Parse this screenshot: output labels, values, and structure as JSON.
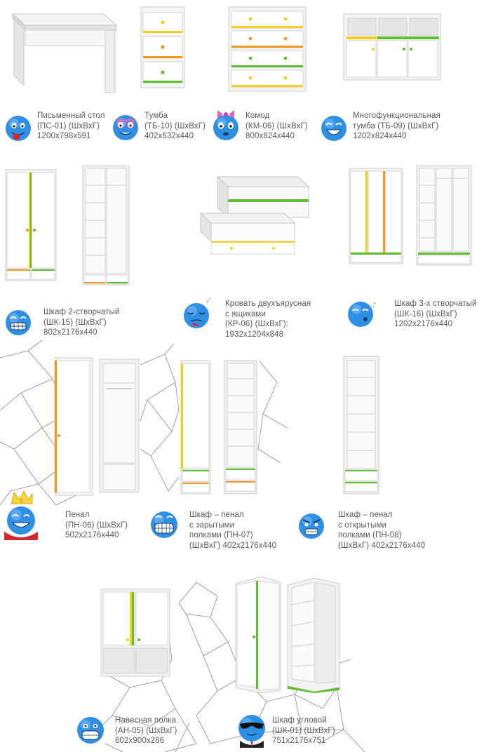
{
  "accent_colors": {
    "yellow": "#f3d11b",
    "orange": "#f29a1f",
    "green": "#5fbf2f",
    "emoji_blue": "#2f8fe3"
  },
  "products": [
    {
      "id": "desk",
      "emoji_icon": "blue-smiley-tongue-icon",
      "lines": [
        "Письменный стол",
        "(ПС-01) (ШхВхГ)",
        "1200х798х591"
      ]
    },
    {
      "id": "nightstand",
      "emoji_icon": "blue-smiley-glasses-icon",
      "lines": [
        "Тумба",
        "(ТБ-10) (ШхВхГ)",
        "402х632х440"
      ]
    },
    {
      "id": "dresser",
      "emoji_icon": "blue-smiley-bow-icon",
      "lines": [
        "Комод",
        "(КМ-06) (ШхВхГ)",
        "800х824х440"
      ]
    },
    {
      "id": "multi-unit",
      "emoji_icon": "blue-smiley-laugh-icon",
      "lines": [
        "Многофункциональная",
        "тумба (ТБ-09) (ШхВхГ)",
        "1202х824х440"
      ]
    },
    {
      "id": "wardrobe-2door",
      "emoji_icon": "blue-smiley-grin-icon",
      "lines": [
        "Шкаф 2-створчатый",
        "(ШК-15) (ШхВхГ)",
        "802х2176х440"
      ]
    },
    {
      "id": "bunk-bed",
      "emoji_icon": "blue-smiley-sleep-icon",
      "lines": [
        "Кровать двухъярусная",
        "с ящиками",
        "(КР-06) (ШхВхГ):",
        "1932х1204х848"
      ]
    },
    {
      "id": "wardrobe-3door",
      "emoji_icon": "blue-smiley-music-icon",
      "lines": [
        "Шкаф 3-х створчатый",
        "(ШК-16) (ШхВхГ)",
        "1202х2176х440"
      ]
    },
    {
      "id": "pencil-case",
      "emoji_icon": "blue-smiley-crown-icon",
      "lines": [
        "Пенал",
        "(ПН-06) (ШхВхГ)",
        "502х2176х440"
      ]
    },
    {
      "id": "pencil-closed",
      "emoji_icon": "blue-smiley-teeth-icon",
      "lines": [
        "Шкаф – пенал",
        "с зарытыми",
        "полками (ПН-07)",
        "(ШхВхГ) 402х2176х440"
      ]
    },
    {
      "id": "pencil-open",
      "emoji_icon": "blue-smiley-angry-icon",
      "lines": [
        "Шкаф – пенал",
        "с открытыми",
        "полками (ПН-08)",
        "(ШхВхГ) 402х2176х440"
      ]
    },
    {
      "id": "wall-shelf",
      "emoji_icon": "blue-smiley-shout-icon",
      "lines": [
        "Навесная полка",
        "(АН-05) (ШхВхГ)",
        "602х900х286"
      ]
    },
    {
      "id": "corner-wardrobe",
      "emoji_icon": "blue-smiley-agent-icon",
      "lines": [
        "Шкаф угловой",
        "(ШК-01) (ШхВхГ)",
        "751х2176х751"
      ]
    }
  ]
}
